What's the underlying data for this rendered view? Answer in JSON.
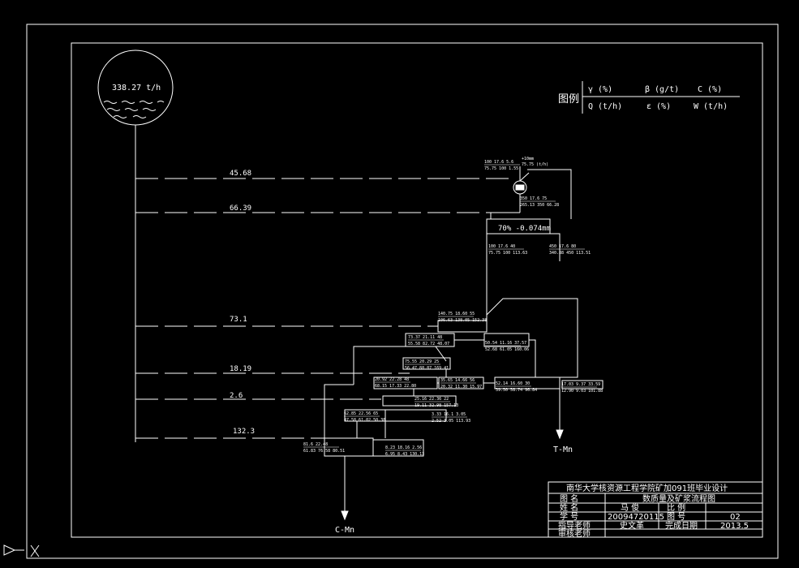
{
  "feed": {
    "rate": "338.27 t/h"
  },
  "legend": {
    "title": "图例",
    "row1": [
      "γ (%)",
      "β (g/t)",
      "C (%)"
    ],
    "row2": [
      "Q (t/h)",
      "ε (%)",
      "W (t/h)"
    ]
  },
  "flow_labels": [
    "45.68",
    "66.39",
    "73.1",
    "18.19",
    "2.6",
    "132.3"
  ],
  "screen": {
    "top_tag": "+10mm",
    "top_sub": "75.75 (t/h)"
  },
  "grinding": {
    "label": "70% -0.074mm"
  },
  "data_boxes": [
    {
      "id": "b1",
      "top": "100 17.6 5.6",
      "bot": "75.75 100 1.55"
    },
    {
      "id": "b2",
      "top": "350 17.6 75",
      "bot": "265.13 350 66.28"
    },
    {
      "id": "b3",
      "top": "100 17.6 40",
      "bot": "75.75 100 113.63"
    },
    {
      "id": "b4",
      "top": "450 17.6 80",
      "bot": "340.88 450 113.51"
    },
    {
      "id": "b5",
      "top": "140.75 18.60 55",
      "bot": "106.63 138.05 152.38"
    },
    {
      "id": "b6",
      "top": "73.37 21.11 48",
      "bot": "55.58 82.72 48.07"
    },
    {
      "id": "b7",
      "top": "50.54 11.16 37.57",
      "bot": "52.68 61.05 160.06"
    },
    {
      "id": "b8",
      "top": "75.55 20.29 25",
      "bot": "56.47 88.87 169.41"
    },
    {
      "id": "b9",
      "top": "35.65 14.66 56",
      "bot": "20.32 11.30 15.97"
    },
    {
      "id": "b10",
      "top": "52.14 16.60 30",
      "bot": "39.50 58.74 96.84"
    },
    {
      "id": "b11",
      "top": "17.03 9.37 33.59",
      "bot": "12.90 9.03 101.88"
    },
    {
      "id": "b12",
      "top": "20.92 22.28 48",
      "bot": "68.15 17.33 22.80"
    },
    {
      "id": "b13",
      "top": "25.16 22.36 22",
      "bot": "19.11 32.98 157.13"
    },
    {
      "id": "b14",
      "top": "62.85 22.56 65",
      "bot": "47.58 61.02 50.38"
    },
    {
      "id": "b15",
      "top": "3.33 16.1 3.05",
      "bot": "2.52 3.05 113.93"
    },
    {
      "id": "b16",
      "top": "81.6 22.48",
      "bot": "61.83 76.58 80.51"
    },
    {
      "id": "b17",
      "top": "8.23 18.16 2.56",
      "bot": "6.95 8.43 130.13"
    }
  ],
  "outputs": {
    "right": "T-Mn",
    "bottom": "C-Mn"
  },
  "title_block": {
    "title": "南华大学核资源工程学院矿加091班毕业设计",
    "drawing_name_label": "图  名",
    "drawing_name": "数质量及矿浆流程图",
    "name_label": "姓  名",
    "name": "马  俊",
    "scale_label": "比    例",
    "student_no_label": "学  号",
    "student_no": "20094720115",
    "fig_no_label": "图   号",
    "fig_no": "02",
    "advisor_label": "指导老师",
    "advisor": "史文革",
    "date_label": "完成日期",
    "date": "2013.5",
    "reviewer_label": "审核老师"
  }
}
